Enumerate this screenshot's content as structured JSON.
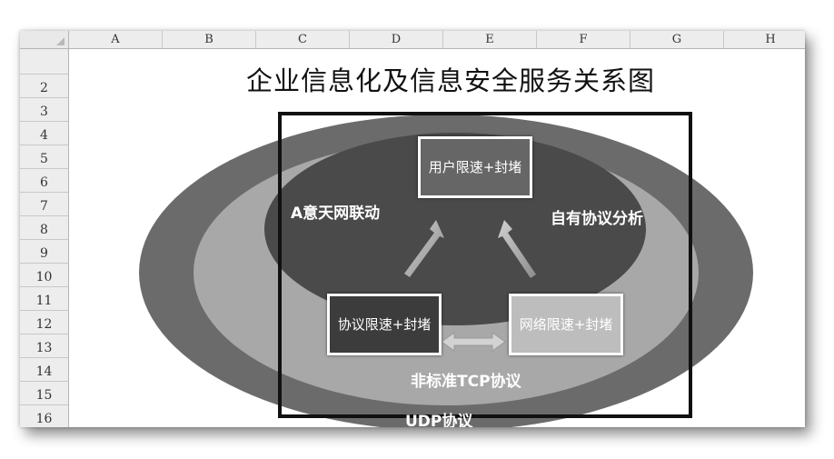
{
  "columns": [
    "A",
    "B",
    "C",
    "D",
    "E",
    "F",
    "G",
    "H"
  ],
  "rows": [
    "",
    "2",
    "3",
    "4",
    "5",
    "6",
    "7",
    "8",
    "9",
    "10",
    "11",
    "12",
    "13",
    "14",
    "15",
    "16"
  ],
  "title": "企业信息化及信息安全服务关系图",
  "boxes": {
    "top": "用户限速+封堵",
    "left": "协议限速+封堵",
    "right": "网络限速+封堵"
  },
  "labels": {
    "inner_left": "A意天网联动",
    "inner_right": "自有协议分析",
    "middle": "非标准TCP协议",
    "outer": "UDP协议"
  },
  "colors": {
    "outer_ring": "#6b6b6b",
    "middle_ring": "#a8a8a8",
    "inner_core": "#4a4a4a",
    "box_top": "#666666",
    "box_left": "#3c3c3c",
    "box_right": "#bdbdbd"
  }
}
